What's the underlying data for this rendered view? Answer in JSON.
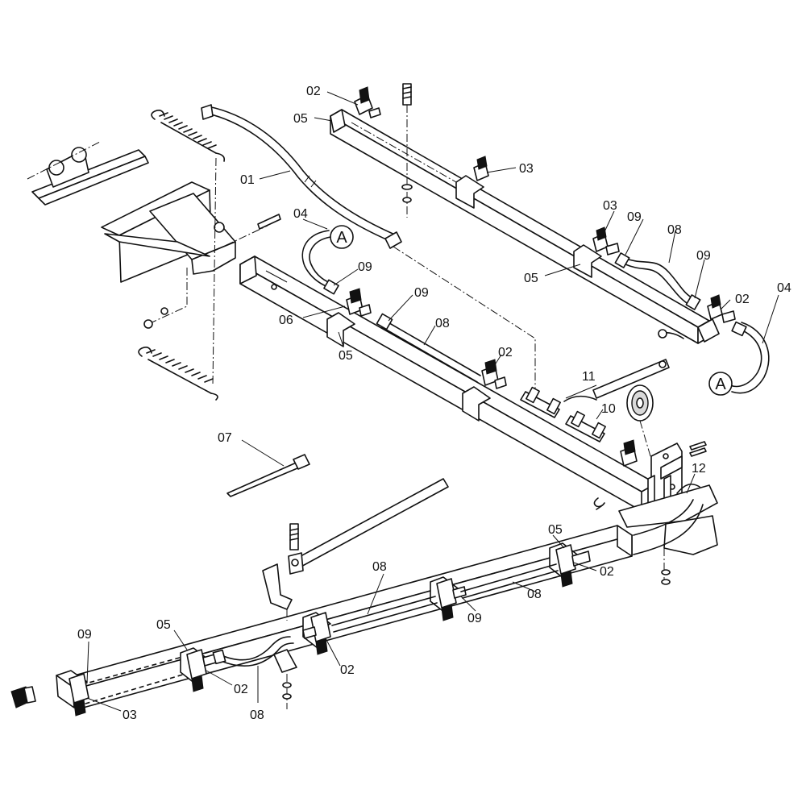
{
  "callouts": [
    {
      "id": "c01",
      "label": "01"
    },
    {
      "id": "c02a",
      "label": "02"
    },
    {
      "id": "c02b",
      "label": "02"
    },
    {
      "id": "c02c",
      "label": "02"
    },
    {
      "id": "c02d",
      "label": "02"
    },
    {
      "id": "c02e",
      "label": "02"
    },
    {
      "id": "c02f",
      "label": "02"
    },
    {
      "id": "c03a",
      "label": "03"
    },
    {
      "id": "c03b",
      "label": "03"
    },
    {
      "id": "c03c",
      "label": "03"
    },
    {
      "id": "c04a",
      "label": "04"
    },
    {
      "id": "c04b",
      "label": "04"
    },
    {
      "id": "c05a",
      "label": "05"
    },
    {
      "id": "c05b",
      "label": "05"
    },
    {
      "id": "c05c",
      "label": "05"
    },
    {
      "id": "c05d",
      "label": "05"
    },
    {
      "id": "c05e",
      "label": "05"
    },
    {
      "id": "c06",
      "label": "06"
    },
    {
      "id": "c07",
      "label": "07"
    },
    {
      "id": "c08a",
      "label": "08"
    },
    {
      "id": "c08b",
      "label": "08"
    },
    {
      "id": "c08c",
      "label": "08"
    },
    {
      "id": "c08d",
      "label": "08"
    },
    {
      "id": "c08e",
      "label": "08"
    },
    {
      "id": "c09a",
      "label": "09"
    },
    {
      "id": "c09b",
      "label": "09"
    },
    {
      "id": "c09c",
      "label": "09"
    },
    {
      "id": "c09d",
      "label": "09"
    },
    {
      "id": "c09e",
      "label": "09"
    },
    {
      "id": "c09f",
      "label": "09"
    },
    {
      "id": "c10",
      "label": "10"
    },
    {
      "id": "c11",
      "label": "11"
    },
    {
      "id": "c12",
      "label": "12"
    }
  ],
  "reference_markers": [
    {
      "id": "refA1",
      "label": "A"
    },
    {
      "id": "refA2",
      "label": "A"
    }
  ]
}
